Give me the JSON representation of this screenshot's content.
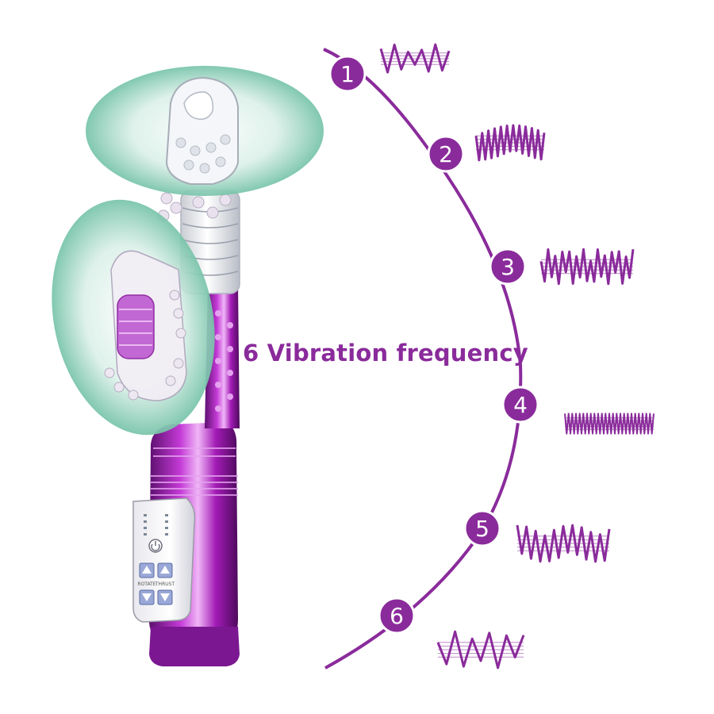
{
  "headline": "6 Vibration frequency",
  "accent_color": "#8a2b9b",
  "highlight_color": "#4fb594",
  "device": {
    "body_color": "#a21bb5",
    "control_panel": {
      "power_button_icon": "power-icon",
      "left_button_label": "ROTATE",
      "right_button_label": "THRUST",
      "button_icons": [
        "up-arrow-icon",
        "up-arrow-icon",
        "down-arrow-icon",
        "down-arrow-icon"
      ]
    }
  },
  "modes": [
    {
      "number": "1",
      "waveform_icon": "wave-pattern-1-icon"
    },
    {
      "number": "2",
      "waveform_icon": "wave-pattern-2-icon"
    },
    {
      "number": "3",
      "waveform_icon": "wave-pattern-3-icon"
    },
    {
      "number": "4",
      "waveform_icon": "wave-pattern-4-icon"
    },
    {
      "number": "5",
      "waveform_icon": "wave-pattern-5-icon"
    },
    {
      "number": "6",
      "waveform_icon": "wave-pattern-6-icon"
    }
  ]
}
